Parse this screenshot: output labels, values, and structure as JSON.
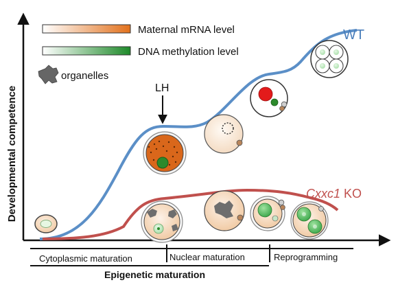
{
  "diagram": {
    "y_axis_label": "Developmental competence",
    "legend": {
      "maternal_mrna": {
        "label": "Maternal mRNA level",
        "gradient_from": "#ffffff",
        "gradient_to": "#e2711c"
      },
      "dna_methylation": {
        "label": "DNA methylation level",
        "gradient_from": "#ffffff",
        "gradient_to": "#1e8a2a"
      },
      "organelles": {
        "label": "organelles",
        "icon": "organelle-blob-icon"
      }
    },
    "annotations": {
      "lh": "LH",
      "wt": "WT",
      "ko_gene": "Cxxc1",
      "ko_suffix": " KO"
    },
    "stages": {
      "cytoplasmic": "Cytoplasmic maturation",
      "nuclear": "Nuclear maturation",
      "reprogramming": "Reprogramming",
      "epigenetic": "Epigenetic maturation"
    },
    "colors": {
      "wt_curve": "#5b8fc7",
      "ko_curve": "#c0504d",
      "wt_label": "#4a7ebb",
      "ko_label": "#c0504d",
      "axis": "#111111"
    }
  }
}
